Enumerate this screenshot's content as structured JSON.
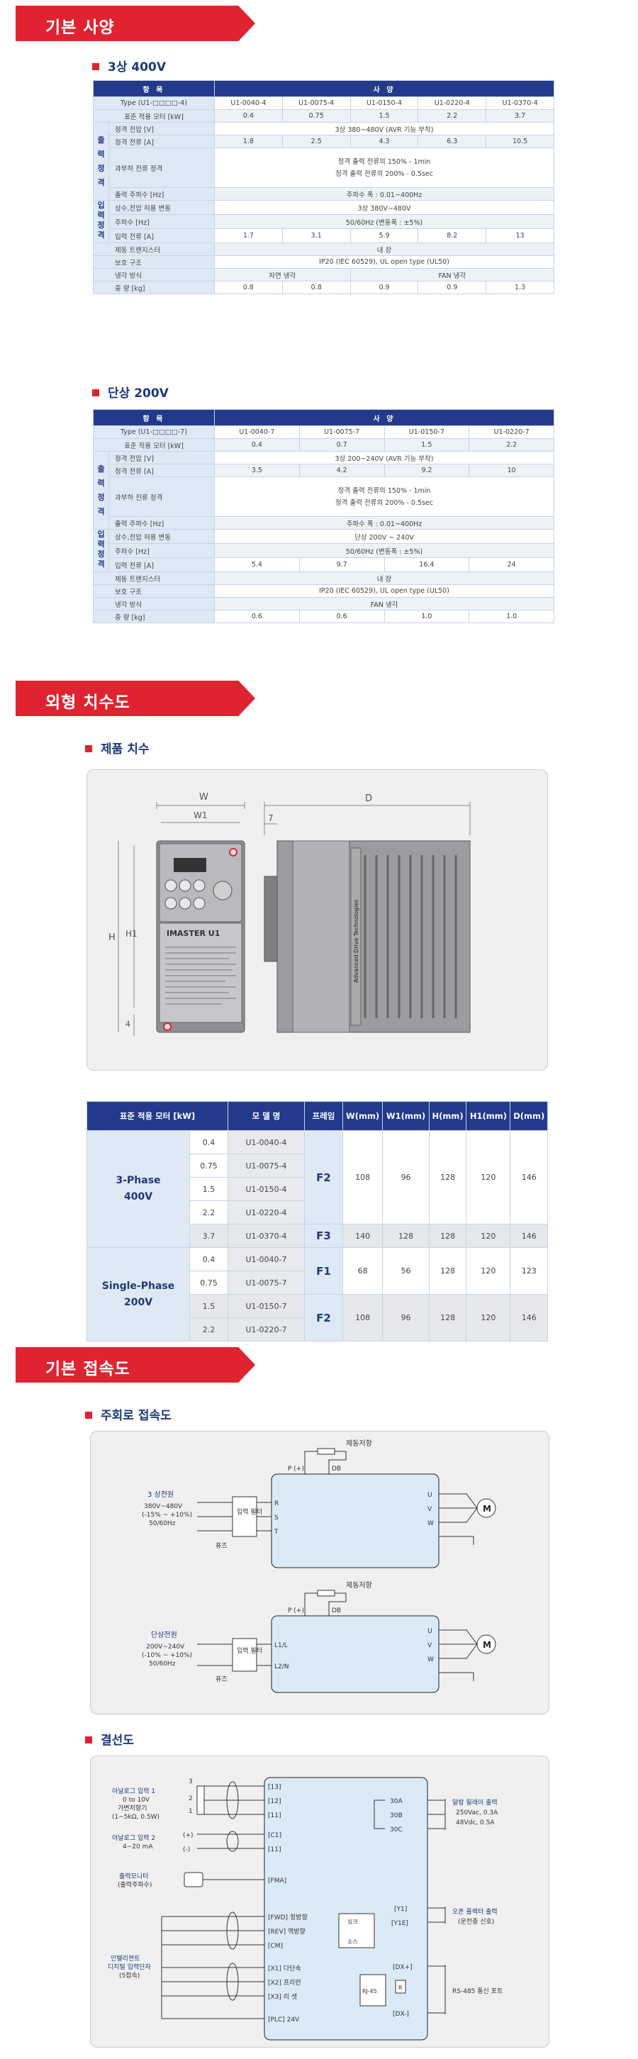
{
  "sections": {
    "basic_spec": "기본 사양",
    "dimensions": "외형 치수도",
    "connection": "기본 접속도"
  },
  "three_phase": {
    "title": "3상 400V",
    "header": [
      "항 목",
      "사 양"
    ],
    "type_label": "Type (U1-□□□□-4)",
    "models": [
      "U1-0040-4",
      "U1-0075-4",
      "U1-0150-4",
      "U1-0220-4",
      "U1-0370-4"
    ],
    "motor_label": "표준 적용 모터 [kW]",
    "motor": [
      "0.4",
      "0.75",
      "1.5",
      "2.2",
      "3.7"
    ],
    "output_group": "출력정격",
    "rated_voltage_label": "정격 전압 [V]",
    "rated_voltage": "3상 380~480V (AVR 기능 부착)",
    "rated_current_label": "정격 전류 [A]",
    "rated_current": [
      "1.8",
      "2.5",
      "4.3",
      "6.3",
      "10.5"
    ],
    "overload_label": "과부하 전류 정격",
    "overload_1": "정격 출력 전류의 150% - 1min",
    "overload_2": "정격 출력 전류의 200% - 0.5sec",
    "out_freq_label": "출력 주파수 [Hz]",
    "out_freq": "주파수 폭 : 0.01~400Hz",
    "input_group": "입력정격",
    "allow_label": "상수,전압 허용 변동",
    "allow": "3상 380V~480V",
    "freq_label": "주파수 [Hz]",
    "freq": "50/60Hz (변동폭 : ±5%)",
    "in_current_label": "입력 전류 [A]",
    "in_current": [
      "1.7",
      "3.1",
      "5.9",
      "8.2",
      "13"
    ],
    "brake_label": "제동 트랜지스터",
    "brake": "내 장",
    "protect_label": "보호 구조",
    "protect": "IP20 (IEC 60529), UL open type (UL50)",
    "cool_label": "냉각 방식",
    "cool_a": "자연 냉각",
    "cool_b": "FAN 냉각",
    "weight_label": "중 량 [kg]",
    "weight": [
      "0.8",
      "0.8",
      "0.9",
      "0.9",
      "1.3"
    ]
  },
  "single_phase": {
    "title": "단상 200V",
    "header": [
      "항 목",
      "사 양"
    ],
    "type_label": "Type (U1-□□□□-7)",
    "models": [
      "U1-0040-7",
      "U1-0075-7",
      "U1-0150-7",
      "U1-0220-7"
    ],
    "motor_label": "표준 적용 모터 [kW]",
    "motor": [
      "0.4",
      "0.7",
      "1.5",
      "2.2"
    ],
    "output_group": "출력정격",
    "rated_voltage_label": "정격 전압 [V]",
    "rated_voltage": "3상 200~240V (AVR 기능 부착)",
    "rated_current_label": "정격 전류 [A]",
    "rated_current": [
      "3.5",
      "4.2",
      "9.2",
      "10"
    ],
    "overload_label": "과부하 전류 정격",
    "overload_1": "정격 출력 전류의 150% - 1min",
    "overload_2": "정격 출력 전류의 200% - 0.5sec",
    "out_freq_label": "출력 주파수 [Hz]",
    "out_freq": "주파수 폭 : 0.01~400Hz",
    "input_group": "입력정격",
    "allow_label": "상수,전압 허용 변동",
    "allow": "단상 200V ~ 240V",
    "freq_label": "주파수 [Hz]",
    "freq": "50/60Hz (변동폭 : ±5%)",
    "in_current_label": "입력 전류 [A]",
    "in_current": [
      "5.4",
      "9.7",
      "16.4",
      "24"
    ],
    "brake_label": "제동 트랜지스터",
    "brake": "내 장",
    "protect_label": "보호 구조",
    "protect": "IP20 (IEC 60529), UL open type (UL50)",
    "cool_label": "냉각 방식",
    "cool": "FAN 냉각",
    "weight_label": "중 량 [kg]",
    "weight": [
      "0.6",
      "0.6",
      "1.0",
      "1.0"
    ]
  },
  "product_dims": {
    "title": "제품 치수",
    "labels": {
      "w": "W",
      "w1": "W1",
      "d": "D",
      "h": "H",
      "h1": "H1",
      "a": "4",
      "seven": "7"
    },
    "product_name": "IMASTER U1",
    "brand": "Advanced Drive Technologies"
  },
  "dim_table": {
    "headers": [
      "표준 적용 모터 [kW]",
      "모 델 명",
      "프레임",
      "W(mm)",
      "W1(mm)",
      "H(mm)",
      "H1(mm)",
      "D(mm)"
    ],
    "group_3": "3-Phase\n400V",
    "group_1": "Single-Phase\n200V",
    "rows3": [
      {
        "kw": "0.4",
        "model": "U1-0040-4"
      },
      {
        "kw": "0.75",
        "model": "U1-0075-4"
      },
      {
        "kw": "1.5",
        "model": "U1-0150-4"
      },
      {
        "kw": "2.2",
        "model": "U1-0220-4"
      }
    ],
    "rows3_frame": "F2",
    "rows3_dims": [
      "108",
      "96",
      "128",
      "120",
      "146"
    ],
    "row3_last": {
      "kw": "3.7",
      "model": "U1-0370-4",
      "frame": "F3",
      "dims": [
        "140",
        "128",
        "128",
        "120",
        "146"
      ]
    },
    "rows1a": [
      {
        "kw": "0.4",
        "model": "U1-0040-7"
      },
      {
        "kw": "0.75",
        "model": "U1-0075-7"
      }
    ],
    "rows1a_frame": "F1",
    "rows1a_dims": [
      "68",
      "56",
      "128",
      "120",
      "123"
    ],
    "rows1b": [
      {
        "kw": "1.5",
        "model": "U1-0150-7"
      },
      {
        "kw": "2.2",
        "model": "U1-0220-7"
      }
    ],
    "rows1b_frame": "F2",
    "rows1b_dims": [
      "108",
      "96",
      "128",
      "120",
      "146"
    ]
  },
  "main_circuit": {
    "title": "주회로 접속도",
    "brake_res": "제동저항",
    "p": "P (+)",
    "db": "DB",
    "three_phase_src": "3 상전원",
    "three_phase_v": "380V~480V",
    "three_phase_tol": "(-15% ~ +10%)",
    "hz": "50/60Hz",
    "single_src": "단상전원",
    "single_v": "200V~240V",
    "single_tol": "(-10% ~ +10%)",
    "input_filter": "입력 필터",
    "fuse": "퓨즈",
    "rst": [
      "R",
      "S",
      "T"
    ],
    "l": [
      "L1/L",
      "L2/N"
    ],
    "uvw": [
      "U",
      "V",
      "W"
    ],
    "motor": "M"
  },
  "wiring": {
    "title": "결선도",
    "ai1": [
      "아날로그 입력 1",
      "0 to 10V",
      "가변저항기",
      "(1~5kΩ, 0.5W)"
    ],
    "ai2": [
      "아날로그 입력 2",
      "4~20 mA"
    ],
    "meter": [
      "출력모니터",
      "(출력주파수)"
    ],
    "digital": [
      "인텔리젼트",
      "디지털 입력단자",
      "(5접속)"
    ],
    "pot_pins": [
      "3",
      "2",
      "1"
    ],
    "plus": "(+)",
    "minus": "(-)",
    "terminals_top": [
      "[13]",
      "[12]",
      "[11]",
      "[C1]",
      "[11]",
      "[FMA]"
    ],
    "terminals_mid": [
      "[FWD] 정방향",
      "[REV] 역방향",
      "[CM]"
    ],
    "terminals_bot": [
      "[X1]  다단속",
      "[X2]  프리런",
      "[X3]  리 셋",
      "[PLC]  24V"
    ],
    "relay_pins": [
      "30A",
      "30B",
      "30C"
    ],
    "relay_out": [
      "알람 릴레이 출력",
      "250Vac, 0.3A",
      "48Vdc, 0.5A"
    ],
    "oc_pins": [
      "[Y1]",
      "[Y1E]"
    ],
    "oc_out": [
      "오픈 콜렉터 출력",
      "(운전중 신호)"
    ],
    "rs_pins": [
      "[DX+]",
      "[DX-]"
    ],
    "rs_out": "RS-485 통신 포트",
    "rj45": "RJ-45",
    "r": "R",
    "sink": "싱크",
    "source": "소스"
  }
}
